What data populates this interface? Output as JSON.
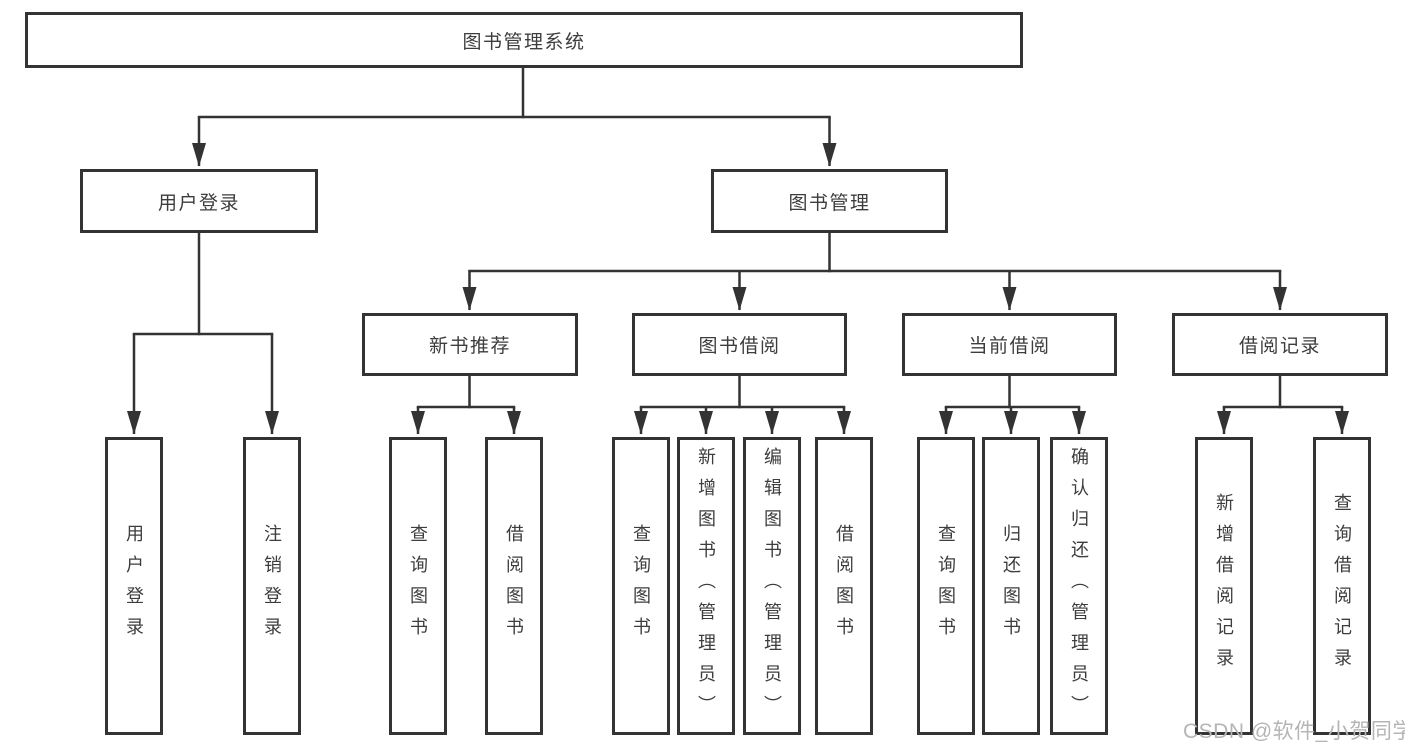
{
  "diagram": {
    "title": "图书管理系统",
    "tree": {
      "label": "图书管理系统",
      "children": [
        {
          "label": "用户登录",
          "children": [
            {
              "label": "用户登录"
            },
            {
              "label": "注销登录"
            }
          ]
        },
        {
          "label": "图书管理",
          "children": [
            {
              "label": "新书推荐",
              "children": [
                {
                  "label": "查询图书"
                },
                {
                  "label": "借阅图书"
                }
              ]
            },
            {
              "label": "图书借阅",
              "children": [
                {
                  "label": "查询图书"
                },
                {
                  "label": "新增图书（管理员）"
                },
                {
                  "label": "编辑图书（管理员）"
                },
                {
                  "label": "借阅图书"
                }
              ]
            },
            {
              "label": "当前借阅",
              "children": [
                {
                  "label": "查询图书"
                },
                {
                  "label": "归还图书"
                },
                {
                  "label": "确认归还（管理员）"
                }
              ]
            },
            {
              "label": "借阅记录",
              "children": [
                {
                  "label": "新增借阅记录"
                },
                {
                  "label": "查询借阅记录"
                }
              ]
            }
          ]
        }
      ]
    },
    "watermark": {
      "text": "CSDN @软件_小贺同学"
    },
    "colors": {
      "line": "#333333",
      "box_border": "#333333",
      "text": "#3d3d3d",
      "watermark": "#b5b5b5",
      "background": "#ffffff"
    }
  }
}
